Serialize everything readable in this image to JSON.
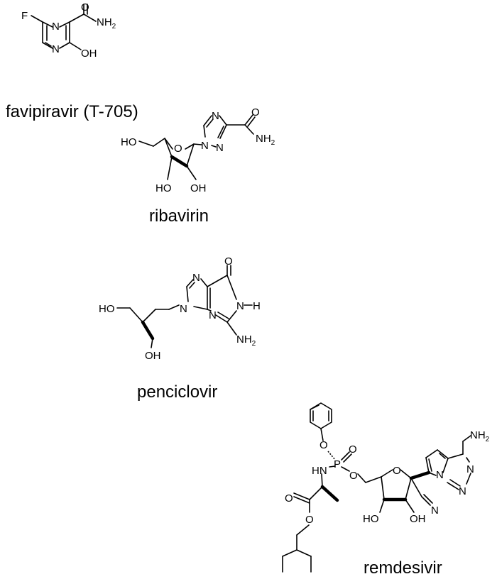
{
  "molecules": [
    {
      "name": "favipiravir (T-705)",
      "atoms": {
        "fluorine": "F",
        "nitrogen_top": "N",
        "nitrogen_bottom": "N",
        "oxygen": "O",
        "amide_nh": "NH",
        "amide_h_count": "2",
        "hydroxyl": "OH"
      }
    },
    {
      "name": "ribavirin",
      "atoms": {
        "hydroxyl_5prime": "HO",
        "ring_oxygen": "O",
        "triazole_n1": "N",
        "triazole_n2": "N",
        "triazole_n4": "N",
        "oxygen": "O",
        "amide_nh": "NH",
        "amide_h_count": "2",
        "hydroxyl_3prime": "HO",
        "hydroxyl_2prime": "OH"
      }
    },
    {
      "name": "penciclovir",
      "atoms": {
        "hydroxyl_left": "HO",
        "hydroxyl_bottom": "OH",
        "imidazole_n7": "N",
        "imidazole_n9": "N",
        "oxygen": "O",
        "n1": "N",
        "n1_hydrogen": "H",
        "n3": "N",
        "amine_nh": "NH",
        "amine_h_count": "2"
      }
    },
    {
      "name": "remdesivir",
      "atoms": {
        "phenoxy_oxygen": "O",
        "phosphorus": "P",
        "phosphoryl_oxygen": "O",
        "ester_oxygen_link": "O",
        "amide_nh": "HN",
        "carbonyl_oxygen": "O",
        "ester_oxygen": "O",
        "ring_oxygen": "O",
        "pyrrole_n": "N",
        "triazine_n_a": "N",
        "triazine_n_b": "N",
        "nitrile_n": "N",
        "amine_nh": "NH",
        "amine_h_count": "2",
        "hydroxyl_3prime": "HO",
        "hydroxyl_2prime": "OH"
      }
    }
  ]
}
